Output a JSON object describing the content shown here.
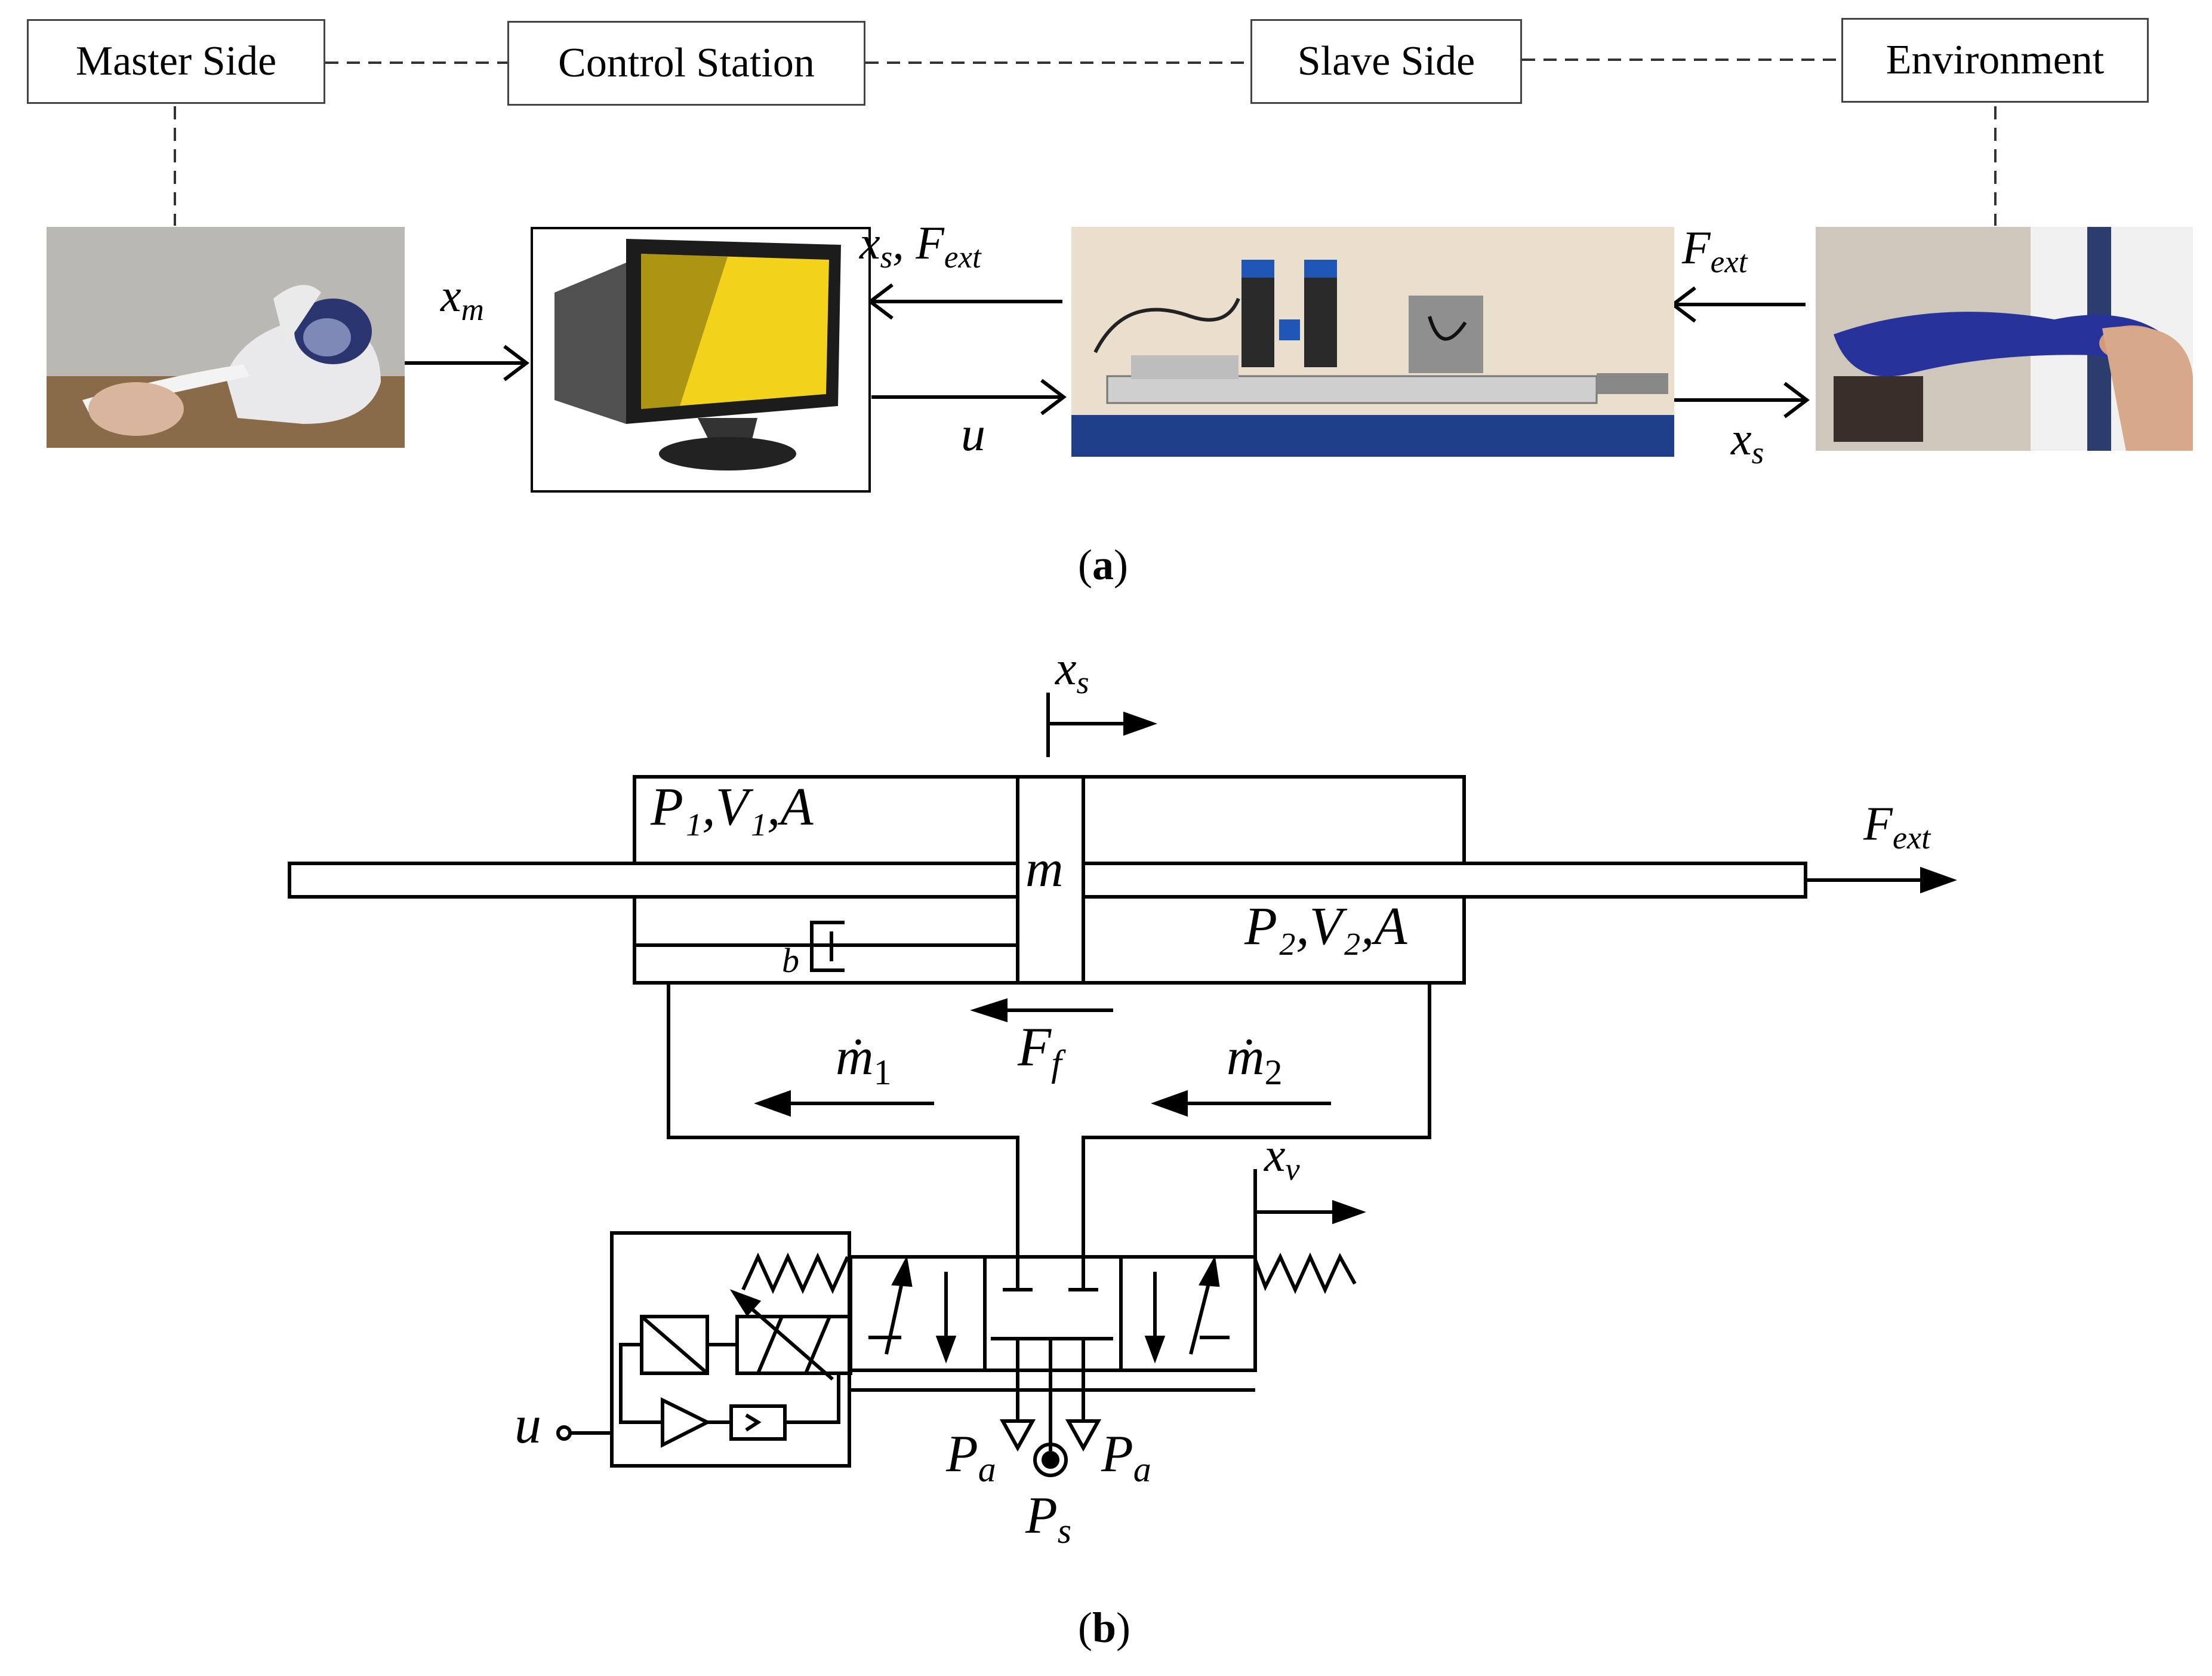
{
  "header_boxes": {
    "master": "Master Side",
    "control": "Control Station",
    "slave": "Slave Side",
    "environment": "Environment"
  },
  "signals_a": {
    "xm_base": "x",
    "xm_sub": "m",
    "xs_fext_a": "x",
    "xs_fext_a_sub": "s",
    "xs_fext_sep": ", F",
    "xs_fext_b_sub": "ext",
    "u": "u",
    "fext_base": "F",
    "fext_sub": "ext",
    "xs_base": "x",
    "xs_sub": "s"
  },
  "caption_a": {
    "open": "(",
    "letter": "a",
    "close": ")"
  },
  "schematic": {
    "xs_base": "x",
    "xs_sub": "s",
    "chamber1": "P₁,V₁,A",
    "chamber2": "P₂,V₂,A",
    "mass": "m",
    "damper": "b",
    "fext_base": "F",
    "fext_sub": "ext",
    "ff_base": "F",
    "ff_sub": "f",
    "m1_base": "ṁ",
    "m1_sub": "1",
    "m2_base": "ṁ",
    "m2_sub": "2",
    "xv_base": "x",
    "xv_sub": "v",
    "u": "u",
    "pa_left_base": "P",
    "pa_left_sub": "a",
    "pa_right_base": "P",
    "pa_right_sub": "a",
    "ps_base": "P",
    "ps_sub": "s"
  },
  "caption_b": {
    "open": "(",
    "letter": "b",
    "close": ")"
  },
  "colors": {
    "line": "#000000",
    "box_border": "#444444",
    "screen_yellow": "#f2d21a",
    "actuator_blue": "#1f3f8a"
  }
}
